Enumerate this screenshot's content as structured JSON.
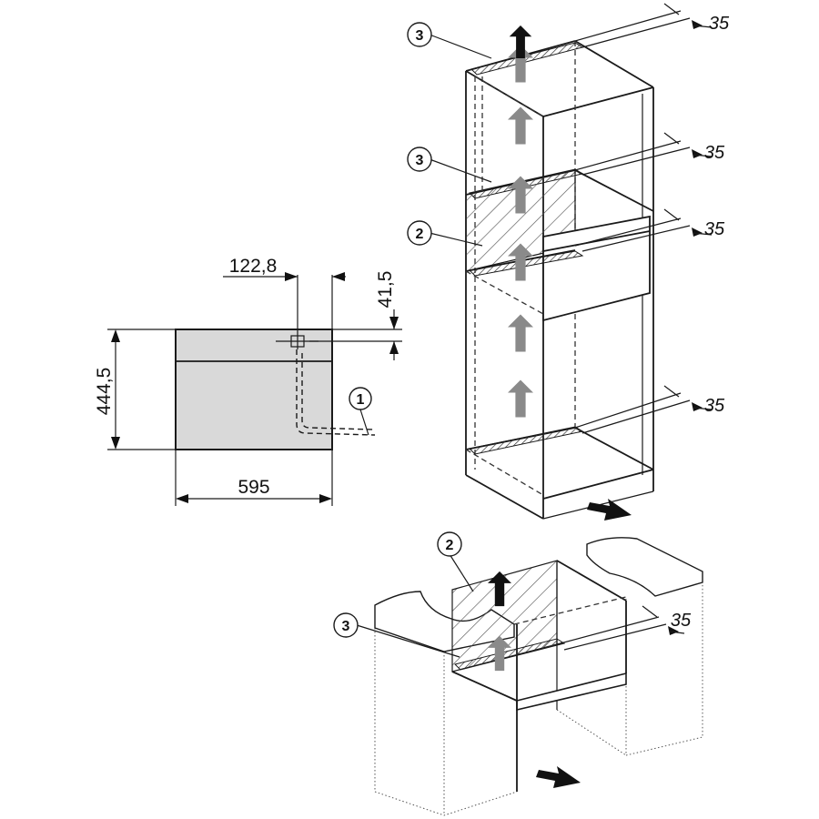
{
  "appliance": {
    "width_label": "595",
    "height_label": "444,5",
    "conn_x_label": "122,8",
    "conn_y_label": "41,5",
    "front_color": "#d9d9d9",
    "edge_color": "#1a1a1a"
  },
  "callouts": {
    "one": "1",
    "two": "2",
    "three": "3"
  },
  "clearances": {
    "top": "35",
    "middle": "35",
    "lower": "35",
    "bottom": "35",
    "base_unit": "35"
  },
  "colors": {
    "airflow_arrow": "#8a8a8a",
    "inlet_arrow": "#111111",
    "hatch": "#555555"
  },
  "icons": {
    "airflow": "arrow-up-icon",
    "inlet": "arrow-right-icon"
  }
}
